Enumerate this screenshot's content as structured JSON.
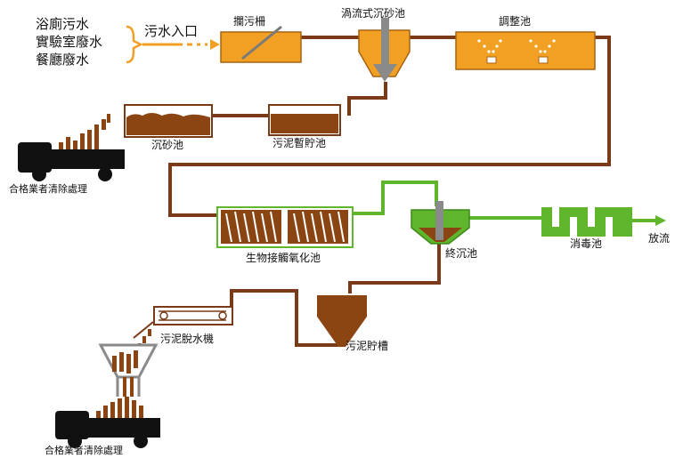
{
  "sources": [
    "浴廁污水",
    "實驗室廢水",
    "餐廳廢水"
  ],
  "inlet_label": "污水入口",
  "units": {
    "screen": "攔污柵",
    "vortex_grit": "渦流式沉砂池",
    "equalization": "調整池",
    "grit_chamber": "沉砂池",
    "sludge_temp": "污泥暫貯池",
    "contact_oxidation": "生物接觸氧化池",
    "final_clarifier": "終沉池",
    "disinfection": "消毒池",
    "sludge_storage": "污泥貯槽",
    "dewatering": "污泥脫水機"
  },
  "outlet_label": "放流",
  "disposal_labels": [
    "合格業者清除處理",
    "合格業者清除處理"
  ],
  "colors": {
    "orange": "#f2a024",
    "orange_dark": "#a86410",
    "brown": "#7a3a18",
    "sludge": "#8b4513",
    "green": "#5fb52c",
    "gray": "#8a8a8a",
    "truck": "#111111"
  }
}
